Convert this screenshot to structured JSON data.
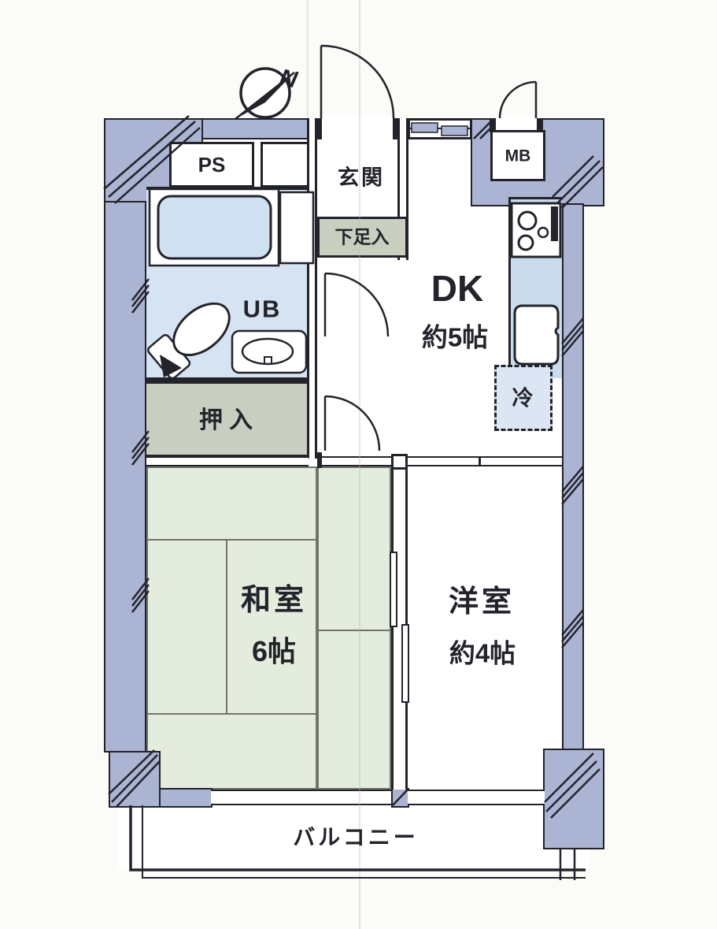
{
  "meta": {
    "type": "apartment-floor-plan"
  },
  "colors": {
    "wall": "#abb4d3",
    "outline": "#23232b",
    "tatami": "#e3ecdd",
    "closet": "#c9cfc0",
    "bath_floor": "#d6e3f2",
    "fixture_fill": "#cfe0f1",
    "counter": "#cbdbee",
    "fridge_fill": "#dbe5f3",
    "paper": "#fbfbf8"
  },
  "compass": {
    "north_label": "N"
  },
  "rooms": {
    "ps": {
      "label": "PS"
    },
    "genkan": {
      "label": "玄関"
    },
    "mb": {
      "label": "MB"
    },
    "shoe_cabinet": {
      "label": "下足入"
    },
    "unit_bath": {
      "label": "UB"
    },
    "dk": {
      "label": "DK",
      "size": "約5帖"
    },
    "refrigerator": {
      "label": "冷"
    },
    "oshiire": {
      "label": "押入"
    },
    "washitsu": {
      "label": "和室",
      "size": "6帖"
    },
    "youshitsu": {
      "label": "洋室",
      "size": "約4帖"
    },
    "balcony": {
      "label": "バルコニー"
    }
  }
}
